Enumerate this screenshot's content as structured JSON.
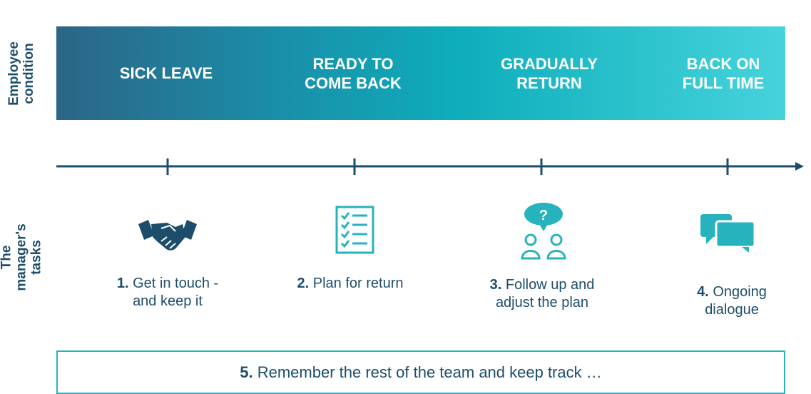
{
  "side_labels": {
    "employee": "Employee\ncondition",
    "manager": "The manager's\ntasks"
  },
  "stages": [
    {
      "label": "SICK LEAVE"
    },
    {
      "label": "READY TO\nCOME BACK"
    },
    {
      "label": "GRADUALLY\nRETURN"
    },
    {
      "label": "BACK ON\nFULL TIME"
    }
  ],
  "tasks": [
    {
      "number": "1.",
      "text": "Get in touch -\nand keep it",
      "icon": "handshake-icon"
    },
    {
      "number": "2.",
      "text": "Plan for return",
      "icon": "checklist-icon"
    },
    {
      "number": "3.",
      "text": "Follow up and\nadjust the plan",
      "icon": "people-question-icon"
    },
    {
      "number": "4.",
      "text": "Ongoing\ndialogue",
      "icon": "chat-bubbles-icon"
    }
  ],
  "team": {
    "number": "5.",
    "text": "Remember the rest of the team and keep track …"
  },
  "icon_symbols": {
    "question": "?"
  },
  "colors": {
    "dark": "#1c4d6b",
    "teal": "#27b3bd",
    "banner_start": "#2c6586",
    "banner_end": "#46d3dc"
  }
}
